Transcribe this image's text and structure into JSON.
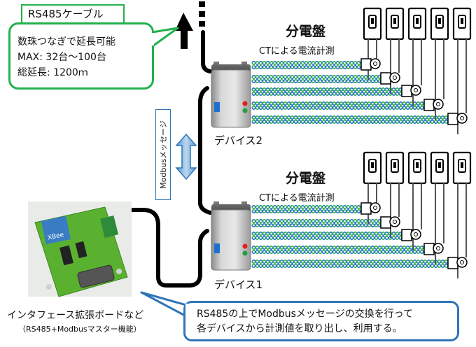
{
  "cable_tag": "RS485ケーブル",
  "cable_callout": {
    "line1": "数珠つなぎで延長可能",
    "line2": "MAX: 32台～100台",
    "line3": "総延長: 1200ｍ"
  },
  "panels": [
    {
      "title": "分電盤",
      "subtitle": "CTによる電流計測"
    },
    {
      "title": "分電盤",
      "subtitle": "CTによる電流計測"
    }
  ],
  "devices": [
    {
      "label": "デバイス2"
    },
    {
      "label": "デバイス1"
    }
  ],
  "modbus_label": "Modbusメッセージ",
  "board_label": "インタフェース拡張ボードなど",
  "board_sub": "（RS485+Modbusマスター機能）",
  "board_chip_text": "XBee",
  "bottom_callout": {
    "line1": "RS485の上でModbusメッセージの交換を行って",
    "line2": "各デバイスから計測値を取り出し、利用する。"
  },
  "colors": {
    "green": "#22b14c",
    "blue": "#2e75b6",
    "wire_green": "#2db34a",
    "wire_blue": "#2e6fd0",
    "led_red": "#e02020",
    "led_green": "#20a040",
    "device_blue": "#1f6fd0"
  }
}
